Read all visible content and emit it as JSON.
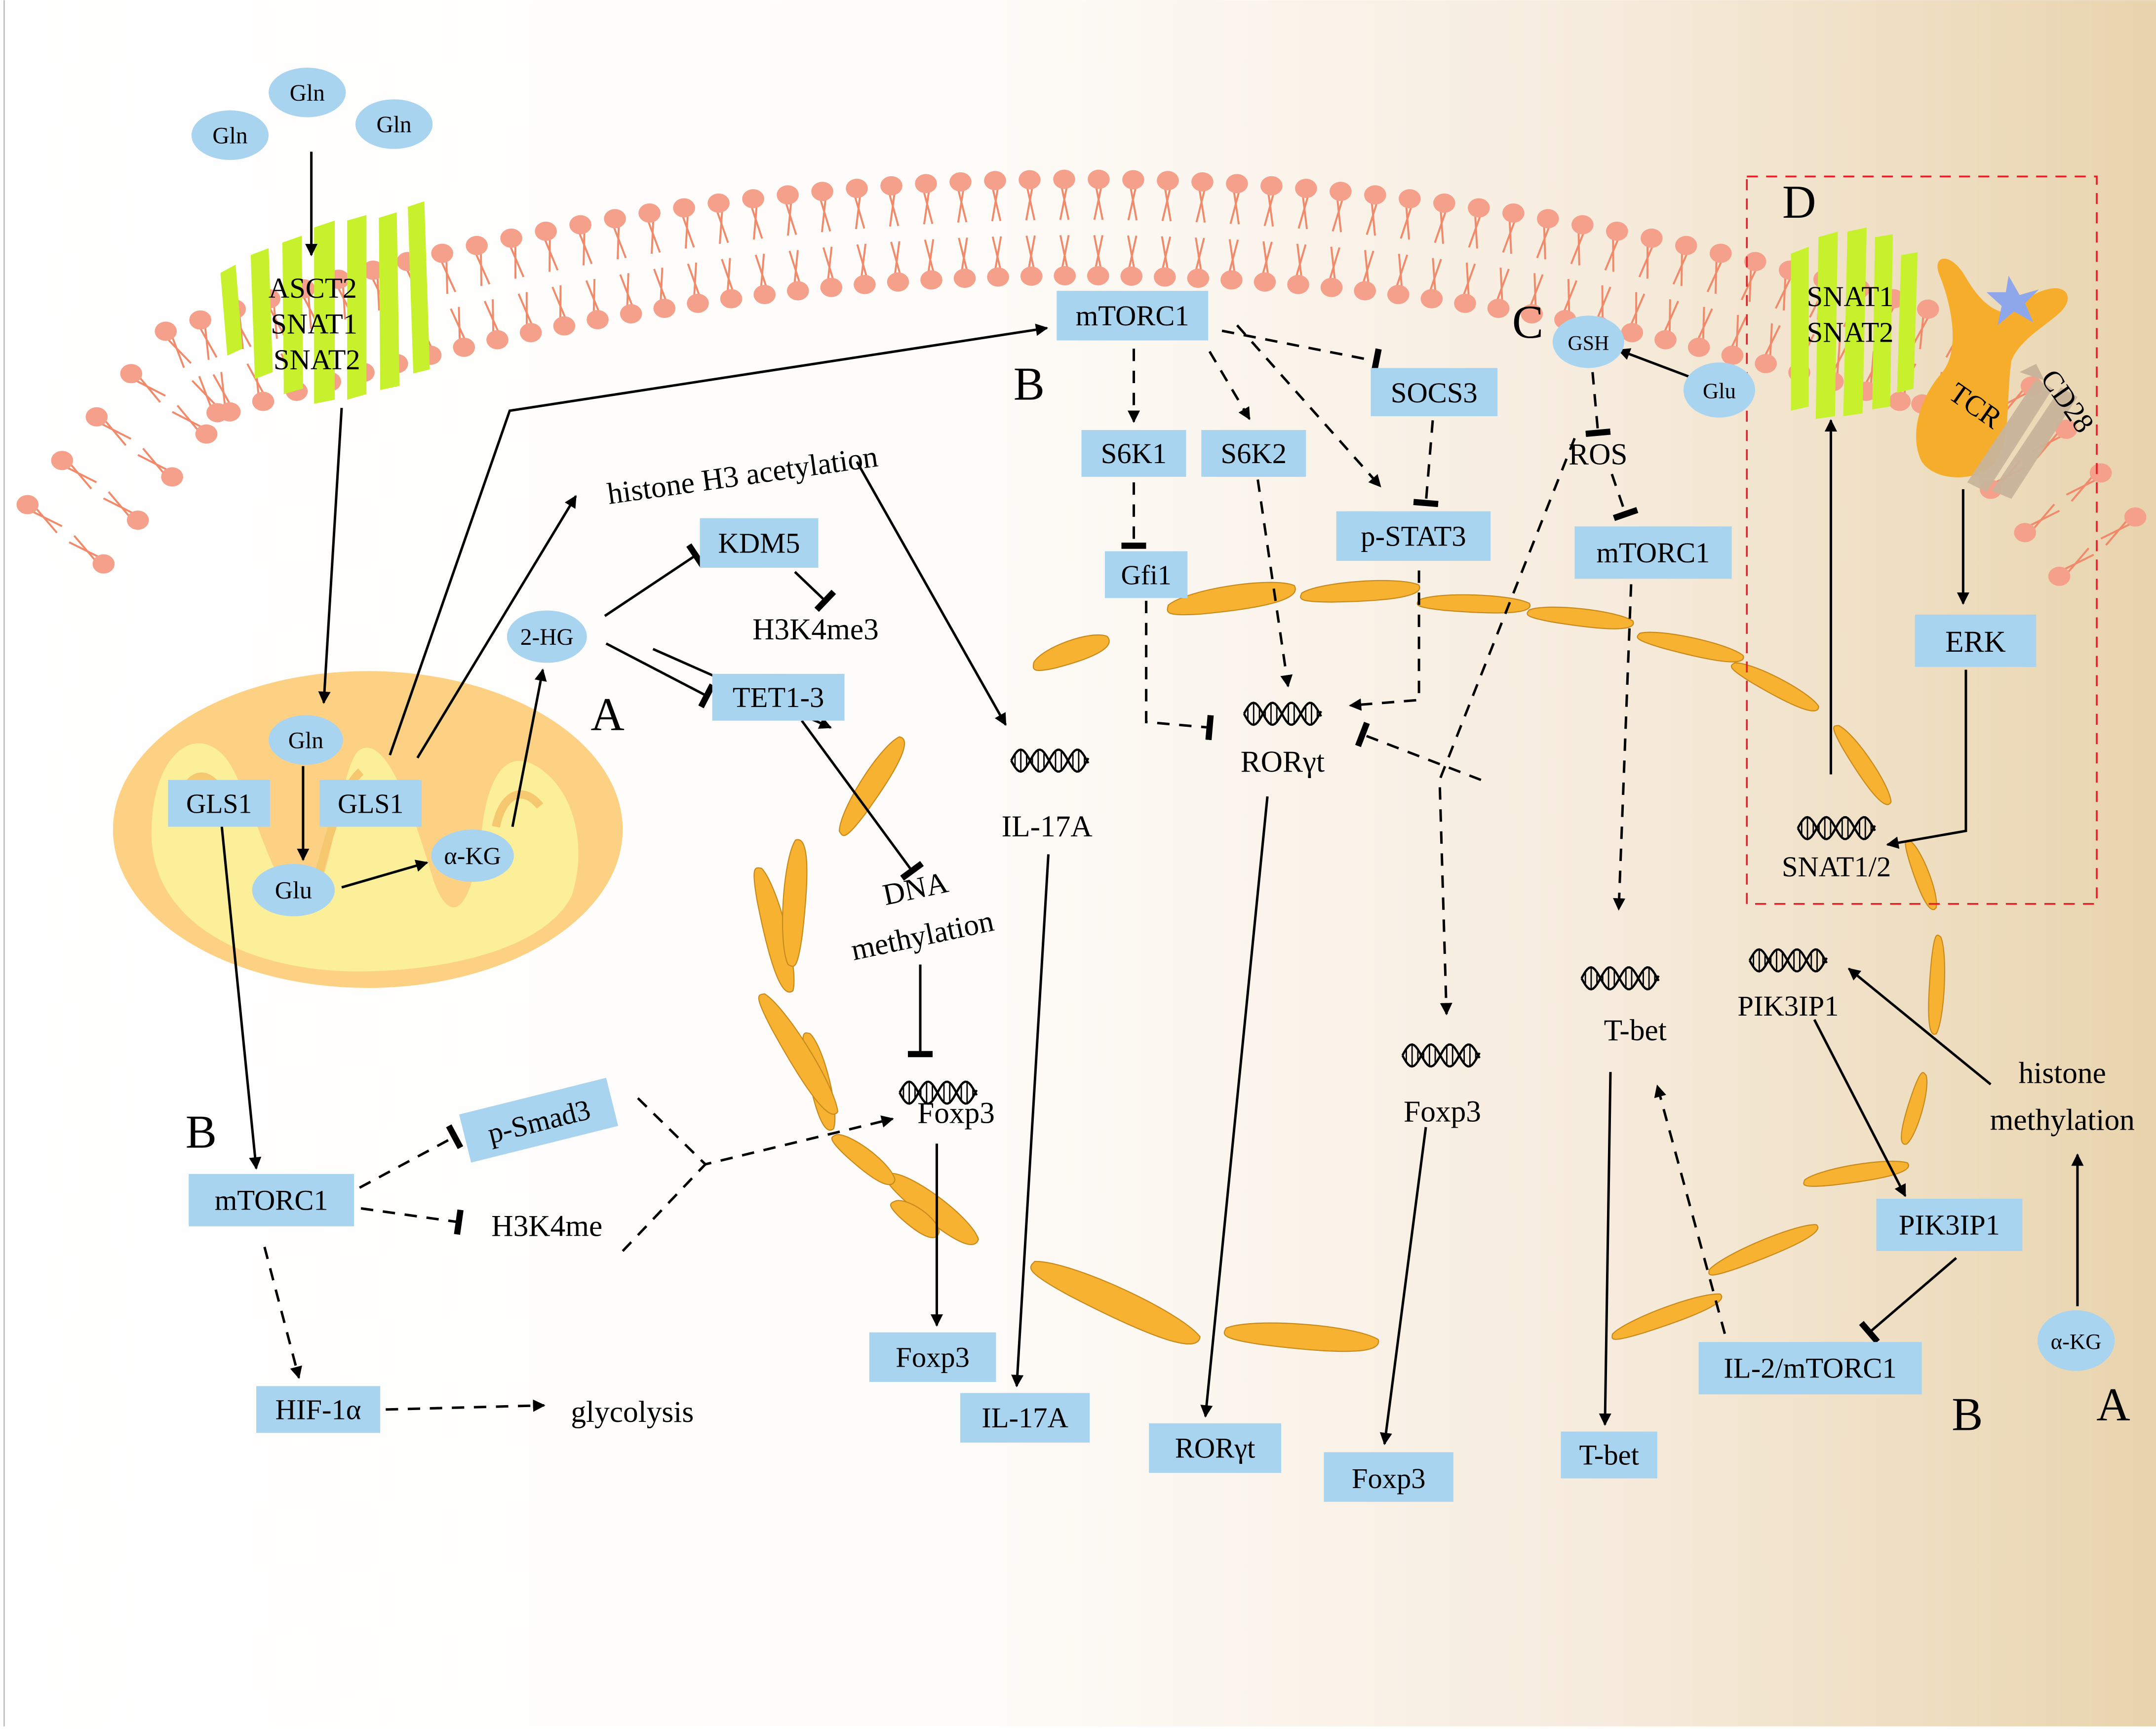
{
  "colors": {
    "membrane_head": "#f4a08a",
    "membrane_tail": "#f08a6a",
    "transporter": "#c6f12c",
    "protein_box": "#a9d4f0",
    "metabolite": "#a9d4f0",
    "er_fragment": "#f7b232",
    "mito_outer": "#fdd184",
    "mito_inner": "#fbf09a",
    "tcr": "#f7ad2c",
    "cd28": "#c8b49a",
    "dashed_box": "#e8202a",
    "star": "#8ea6ea"
  },
  "section_labels": [
    "A",
    "A",
    "B",
    "B",
    "B",
    "C",
    "D"
  ],
  "metabolites": [
    "Gln",
    "Gln",
    "Gln",
    "Gln",
    "Glu",
    "α-KG",
    "2-HG",
    "GSH",
    "Glu",
    "α-KG"
  ],
  "membrane_proteins": {
    "transporter_left": [
      "ASCT2",
      "SNAT1",
      "SNAT2"
    ],
    "transporter_right": [
      "SNAT1",
      "SNAT2"
    ],
    "tcr": "TCR",
    "cd28": "CD28"
  },
  "boxes": {
    "mtorc1_top": "mTORC1",
    "s6k1": "S6K1",
    "s6k2": "S6K2",
    "socs3": "SOCS3",
    "pstat3": "p-STAT3",
    "gfi1": "Gfi1",
    "kdm5": "KDM5",
    "tet": "TET1-3",
    "gls1_a": "GLS1",
    "gls1_b": "GLS1",
    "mtorc1_left": "mTORC1",
    "psmad3": "p-Smad3",
    "hif": "HIF-1α",
    "mtorc1_c": "mTORC1",
    "erk": "ERK",
    "pik3ip1": "PIK3IP1",
    "il2mtorc1": "IL-2/mTORC1",
    "foxp3_out1": "Foxp3",
    "il17_out": "IL-17A",
    "rorgt_out": "RORγt",
    "foxp3_out2": "Foxp3",
    "tbet_out": "T-bet"
  },
  "labels": {
    "h3ac": "histone H3 acetylation",
    "h3k4me3": "H3K4me3",
    "dnameth1": "DNA",
    "dnameth2": "methylation",
    "h3k4me": "H3K4me",
    "glycolysis": "glycolysis",
    "ros": "ROS",
    "histmeth1": "histone",
    "histmeth2": "methylation"
  },
  "genes": {
    "il17": "IL-17A",
    "rorgt": "RORγt",
    "foxp3_a": "Foxp3",
    "foxp3_b": "Foxp3",
    "tbet": "T-bet",
    "pik3ip1": "PIK3IP1",
    "snat": "SNAT1/2"
  }
}
